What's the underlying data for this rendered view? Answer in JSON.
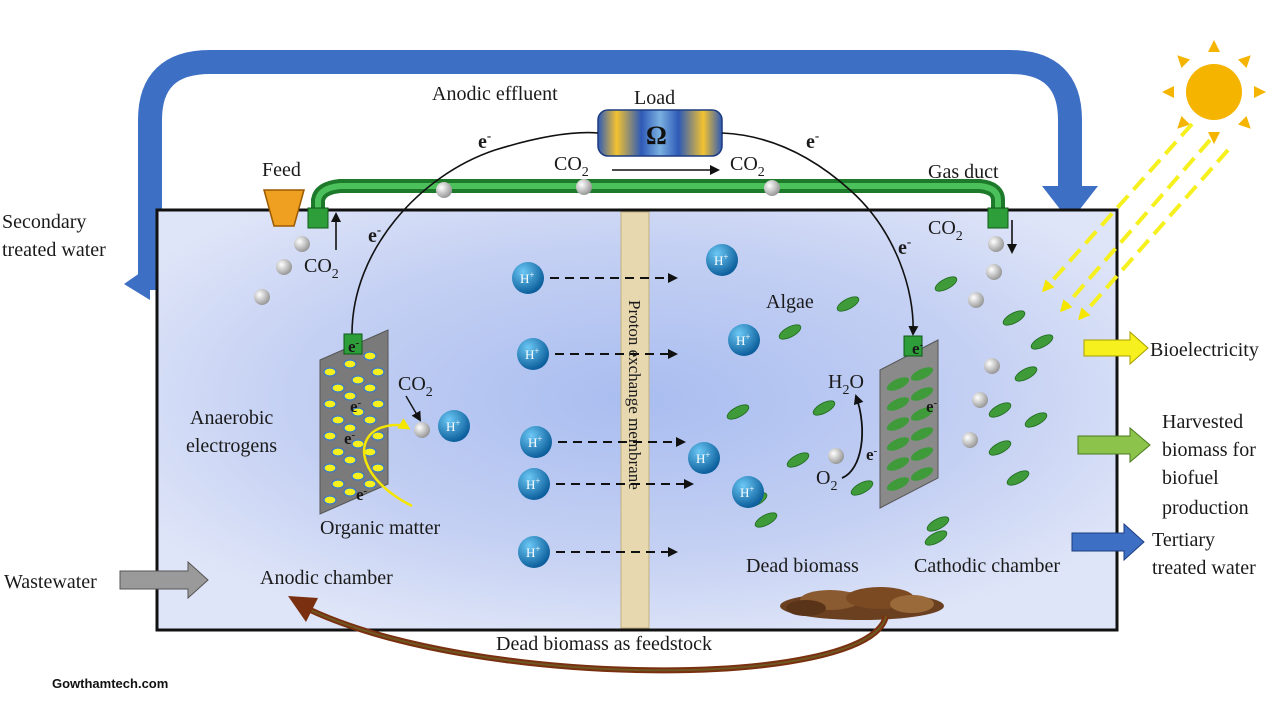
{
  "labels": {
    "anodic_effluent": "Anodic effluent",
    "load": "Load",
    "omega": "Ω",
    "co2": "CO",
    "co2_sub": "2",
    "electron": "e",
    "electron_sup": "-",
    "feed": "Feed",
    "gas_duct": "Gas duct",
    "secondary_line1": "Secondary",
    "secondary_line2": "treated water",
    "membrane": "Proton exchange membrane",
    "proton": "H",
    "proton_sup": "+",
    "algae": "Algae",
    "anaerobic_line1": "Anaerobic",
    "anaerobic_line2": "electrogens",
    "organic_matter": "Organic matter",
    "h2o": "H",
    "h2o_sub": "2",
    "h2o_end": "O",
    "o2": "O",
    "o2_sub": "2",
    "bioelectricity": "Bioelectricity",
    "harvested_line1": "Harvested",
    "harvested_line2": "biomass for",
    "harvested_line3": "biofuel",
    "harvested_line4": "production",
    "tertiary_line1": "Tertiary",
    "tertiary_line2": "treated water",
    "wastewater": "Wastewater",
    "anodic_chamber": "Anodic chamber",
    "dead_biomass": "Dead biomass",
    "cathodic_chamber": "Cathodic chamber",
    "dead_biomass_feedstock": "Dead biomass as feedstock"
  },
  "credit": "Gowthamtech.com",
  "colors": {
    "flow_blue": "#3d6fc4",
    "duct_green": "#2e9e3a",
    "proton_blue": "#1e88c8",
    "algae_green": "#3f9a3a",
    "sun_orange": "#f5b400",
    "light_yellow": "#f5f01e",
    "biomass_green": "#8cc34a",
    "membrane_tan": "#e8d8b0",
    "recycle_brown": "#7a3010"
  }
}
